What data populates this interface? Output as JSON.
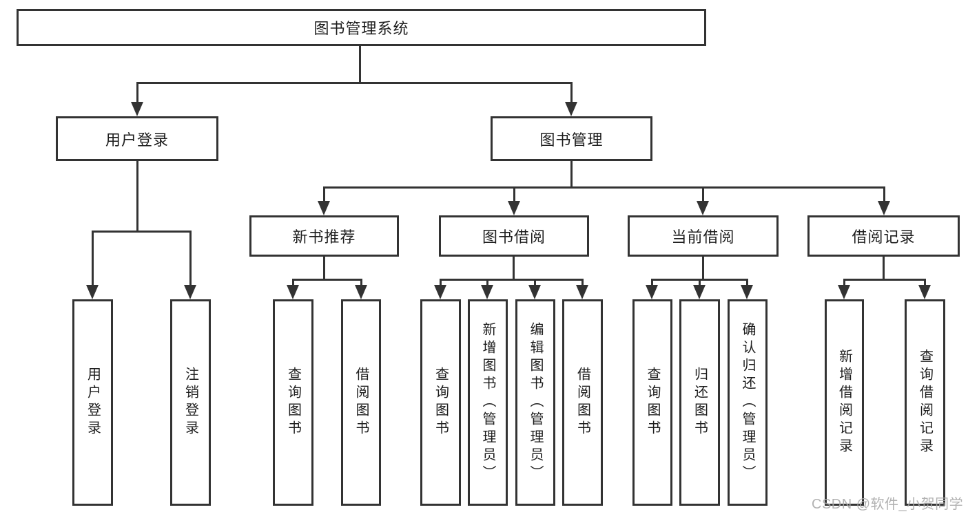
{
  "diagram": {
    "title": "图书管理系统",
    "branches": [
      {
        "label": "用户登录",
        "children": [
          {
            "label": "用户登录"
          },
          {
            "label": "注销登录"
          }
        ]
      },
      {
        "label": "图书管理",
        "children": [
          {
            "label": "新书推荐",
            "children": [
              {
                "label": "查询图书"
              },
              {
                "label": "借阅图书"
              }
            ]
          },
          {
            "label": "图书借阅",
            "children": [
              {
                "label": "查询图书"
              },
              {
                "label": "新增图书（管理员）"
              },
              {
                "label": "编辑图书（管理员）"
              },
              {
                "label": "借阅图书"
              }
            ]
          },
          {
            "label": "当前借阅",
            "children": [
              {
                "label": "查询图书"
              },
              {
                "label": "归还图书"
              },
              {
                "label": "确认归还（管理员）"
              }
            ]
          },
          {
            "label": "借阅记录",
            "children": [
              {
                "label": "新增借阅记录"
              },
              {
                "label": "查询借阅记录"
              }
            ]
          }
        ]
      }
    ]
  },
  "watermark": {
    "text": "CSDN @软件_小贺同学"
  },
  "colors": {
    "line": "#333333",
    "box_border": "#333333",
    "box_fill": "#ffffff",
    "text": "#1d1d1d",
    "watermark_text": "#aaaaaa",
    "background": "#ffffff"
  }
}
